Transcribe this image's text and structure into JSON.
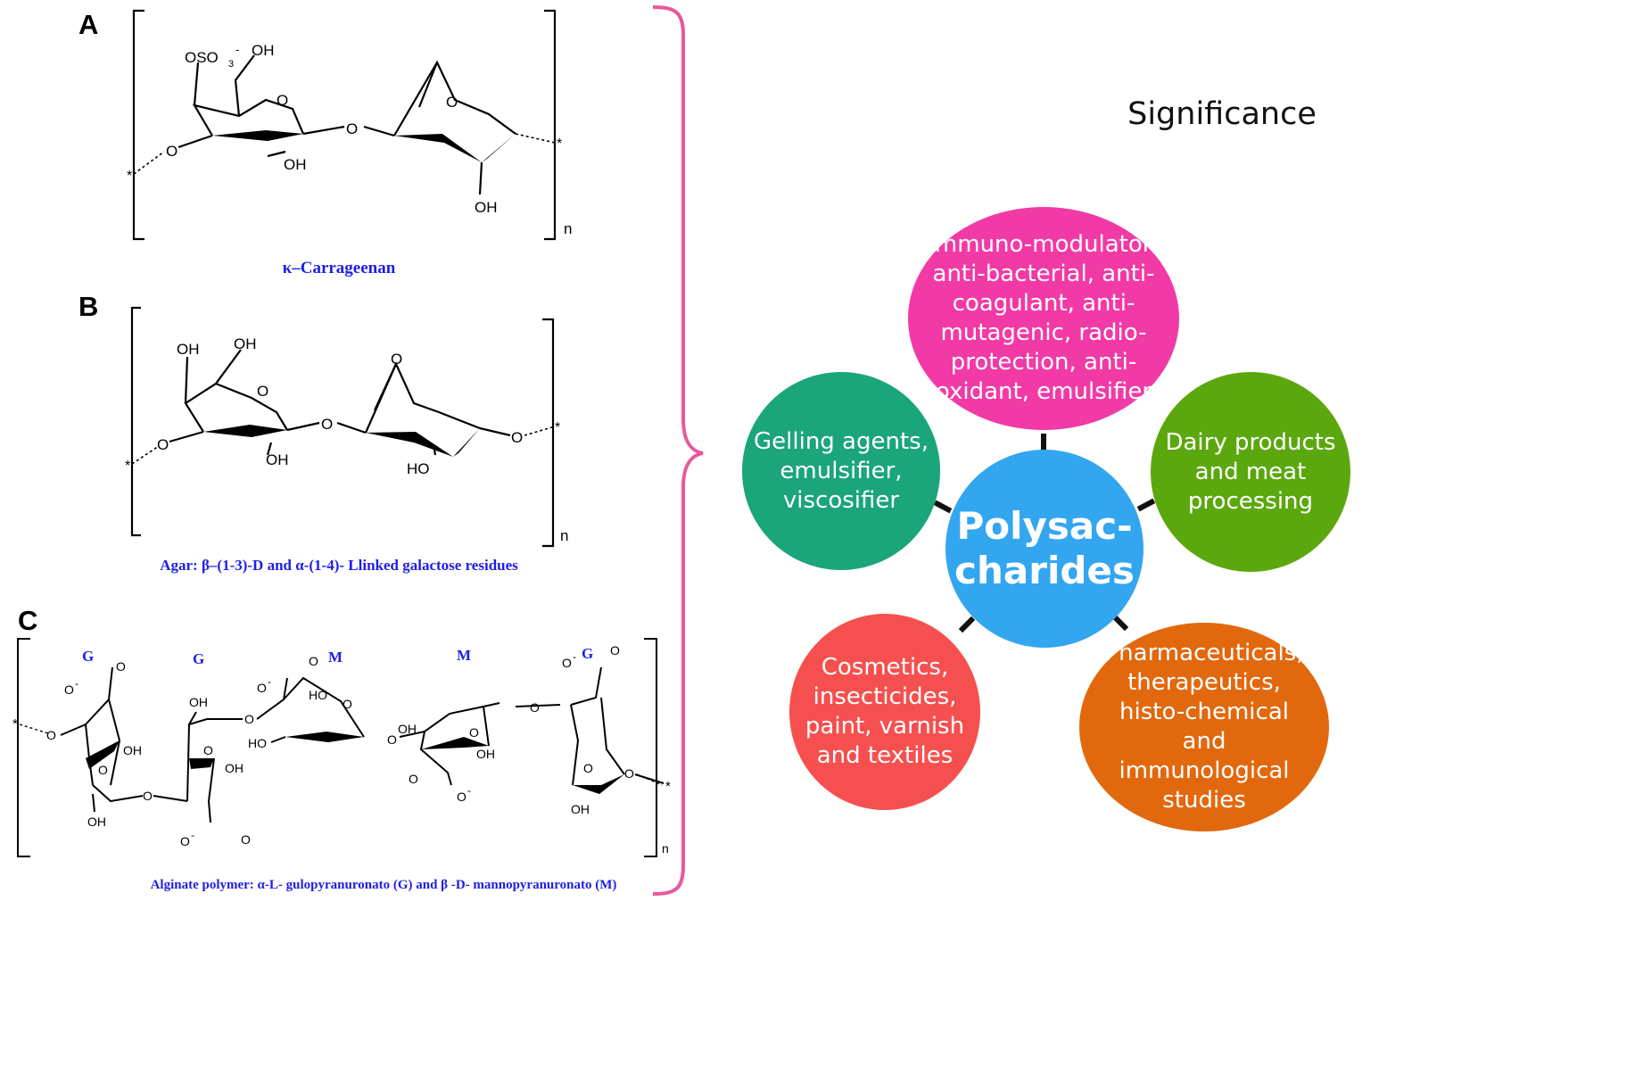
{
  "panels": {
    "a": {
      "letter": "A",
      "caption": "κ–Carrageenan",
      "labels": {
        "oso3": "OSO",
        "sub3": "3",
        "sup_minus": "-",
        "oh_top": "OH",
        "o_ring": "O",
        "o_link": "O",
        "o_left": "O",
        "o_bridge": "O",
        "oh_bottom": "OH",
        "oh_right": "OH",
        "star_left": "*",
        "star_right": "*",
        "n": "n"
      }
    },
    "b": {
      "letter": "B",
      "caption": "Agar: β–(1-3)-D and  α-(1-4)- Llinked galactose residues",
      "labels": {
        "oh_top1": "OH",
        "oh_top2": "OH",
        "o_ring": "O",
        "o_link": "O",
        "o_left": "O",
        "o_bridge": "O",
        "oh_bottom": "OH",
        "ho": "HO",
        "o_right": "O",
        "star_left": "*",
        "star_right": "*",
        "n": "n"
      }
    },
    "c": {
      "letter": "C",
      "caption": "Alginate polymer: α-L- gulopyranuronato (G) and β -D- mannopyranuronato (M)",
      "residues": [
        "G",
        "G",
        "M",
        "M",
        "G"
      ],
      "labels": {
        "o_minus_1": "O",
        "o_1": "O",
        "o_left": "O",
        "oh_1": "OH",
        "o_ring_1": "O",
        "oh_bot_1": "OH",
        "o_link_1": "O",
        "oh_top_2": "OH",
        "o_ring_2": "O",
        "oh_2": "OH",
        "o_minus_2": "O",
        "o_2": "O",
        "o_link_2": "O",
        "o_3": "O",
        "o_minus_3": "O",
        "ho_3": "HO",
        "ho_3b": "HO",
        "o_ring_3": "O",
        "o_link_3": "O",
        "oh_4": "OH",
        "o_ring_4": "O",
        "oh_4b": "OH",
        "o_minus_4": "O",
        "o_4": "O",
        "o_link_4": "O",
        "o_minus_5": "O",
        "o_5": "O",
        "o_ring_5": "O",
        "oh_5": "OH",
        "o_right": "O",
        "minus": "-",
        "star_left": "*",
        "star_right": "*",
        "n": "n"
      }
    }
  },
  "significance": {
    "title": "Significance",
    "center": {
      "line1": "Polysac-",
      "line2": "charides",
      "color": "#33a6f0"
    },
    "applications": [
      {
        "lines": [
          "Immuno-modulator,",
          "anti-bacterial, anti-",
          "coagulant, anti-",
          "mutagenic, radio-",
          "protection, anti-",
          "oxidant, emulsifier"
        ],
        "color": "#f23aa6"
      },
      {
        "lines": [
          "Gelling agents,",
          "emulsifier,",
          "viscosifier"
        ],
        "color": "#1aa57a"
      },
      {
        "lines": [
          "Dairy products",
          "and meat",
          "processing"
        ],
        "color": "#5ba80e"
      },
      {
        "lines": [
          "Cosmetics,",
          "insecticides,",
          "paint, varnish",
          "and textiles"
        ],
        "color": "#f5504f"
      },
      {
        "lines": [
          "Pharmaceuticals,",
          "therapeutics,",
          "histo-chemical",
          "and",
          "immunological",
          "studies"
        ],
        "color": "#e2680e"
      }
    ]
  },
  "colors": {
    "brace": "#e8589e",
    "caption": "#1e1ee6"
  }
}
